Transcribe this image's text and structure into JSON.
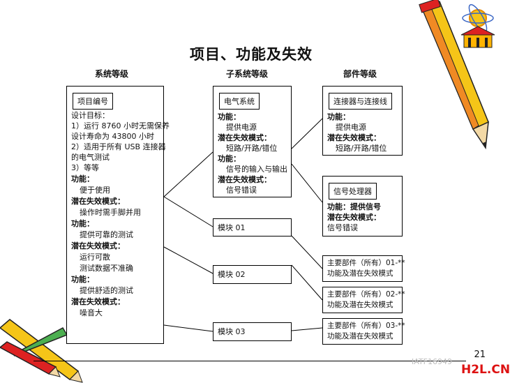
{
  "title": "项目、功能及失效",
  "headers": {
    "system": "系统等级",
    "subsystem": "子系统等级",
    "component": "部件等级"
  },
  "system_box": {
    "tag": "项目编号",
    "lines": [
      "设计目标：",
      "1）运行 8760 小时无需保养",
      "设计寿命为 43800 小时",
      "2）适用于所有 USB 连接器",
      "的电气测试",
      "3）等等",
      "功能：",
      "便于使用",
      "潜在失效模式：",
      "操作时需手脚并用",
      "功能：",
      "提供可靠的测试",
      "潜在失效模式：",
      "运行可散",
      "测试数据不准确",
      "功能：",
      "提供舒适的测试",
      "潜在失效模式：",
      "噪音大"
    ]
  },
  "electrical_box": {
    "tag": "电气系统",
    "lines": [
      "功能：",
      "提供电源",
      "潜在失效模式：",
      "短路/开路/错位",
      "功能：",
      "信号的输入与输出",
      "潜在失效模式：",
      "信号错误"
    ]
  },
  "modules": [
    "模块 01",
    "模块 02",
    "模块 03"
  ],
  "connector_box": {
    "tag": "连接器与连接线",
    "lines": [
      "功能：",
      "提供电源",
      "潜在失效模式：",
      "短路/开路/错位"
    ]
  },
  "signal_box": {
    "tag": "信号处理器",
    "lines": [
      "功能：提供信号",
      "潜在失效模式：",
      "信号错误"
    ]
  },
  "parts": [
    {
      "line1": "主要部件（所有）01-**",
      "line2": "功能及潜在失效模式"
    },
    {
      "line1": "主要部件（所有）02-**",
      "line2": "功能及潜在失效模式"
    },
    {
      "line1": "主要部件（所有）03-**",
      "line2": "功能及潜在失效模式"
    }
  ],
  "page_number": "21",
  "watermark": "IATF16949",
  "logo": "H2L.CN",
  "colors": {
    "pencil_yellow": "#f5c518",
    "pencil_red": "#d22",
    "pencil_orange": "#f08a24",
    "logo_red": "#d11"
  }
}
